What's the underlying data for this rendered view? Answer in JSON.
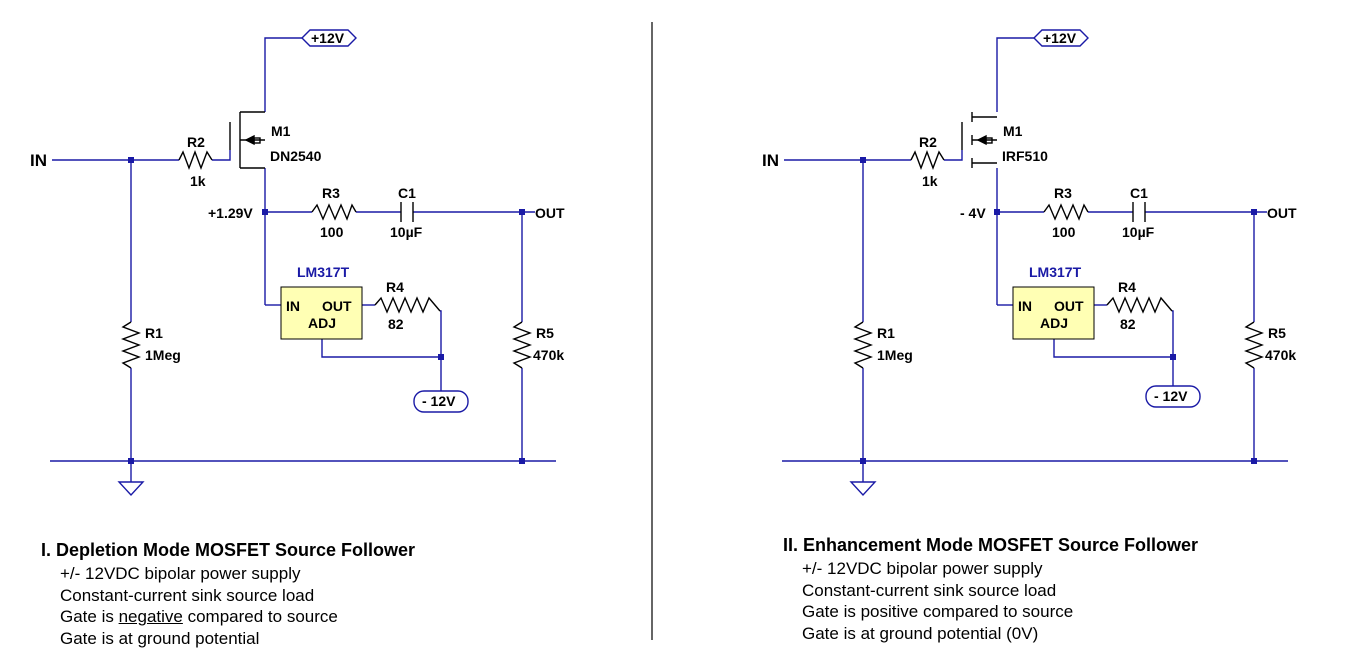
{
  "circuits": [
    {
      "input_label": "IN",
      "output_label": "OUT",
      "supply_pos": "+12V",
      "supply_neg": "- 12V",
      "node_voltage": "+1.29V",
      "mosfet": {
        "ref": "M1",
        "part": "DN2540"
      },
      "r2": {
        "ref": "R2",
        "value": "1k"
      },
      "r3": {
        "ref": "R3",
        "value": "100"
      },
      "c1": {
        "ref": "C1",
        "value": "10µF"
      },
      "r1": {
        "ref": "R1",
        "value": "1Meg"
      },
      "r5": {
        "ref": "R5",
        "value": "470k"
      },
      "r4": {
        "ref": "R4",
        "value": "82"
      },
      "regulator": {
        "name": "LM317T",
        "pin_in": "IN",
        "pin_out": "OUT",
        "pin_adj": "ADJ"
      },
      "notes": {
        "title": "I. Depletion Mode MOSFET Source Follower",
        "line1": "+/- 12VDC bipolar power supply",
        "line2": "Constant-current sink source load",
        "line3_pre": "Gate is ",
        "line3_em": "negative",
        "line3_post": " compared to source",
        "line4": "Gate is at ground potential"
      }
    },
    {
      "input_label": "IN",
      "output_label": "OUT",
      "supply_pos": "+12V",
      "supply_neg": "- 12V",
      "node_voltage": "- 4V",
      "mosfet": {
        "ref": "M1",
        "part": "IRF510"
      },
      "r2": {
        "ref": "R2",
        "value": "1k"
      },
      "r3": {
        "ref": "R3",
        "value": "100"
      },
      "c1": {
        "ref": "C1",
        "value": "10µF"
      },
      "r1": {
        "ref": "R1",
        "value": "1Meg"
      },
      "r5": {
        "ref": "R5",
        "value": "470k"
      },
      "r4": {
        "ref": "R4",
        "value": "82"
      },
      "regulator": {
        "name": "LM317T",
        "pin_in": "IN",
        "pin_out": "OUT",
        "pin_adj": "ADJ"
      },
      "notes": {
        "title": "II. Enhancement Mode MOSFET Source Follower",
        "line1": "+/- 12VDC bipolar power supply",
        "line2": "Constant-current sink source load",
        "line3": "Gate is positive compared to source",
        "line4": "Gate is at ground potential (0V)"
      }
    }
  ],
  "colors": {
    "wire": "#1a1aa6",
    "regulator_fill": "#ffffb4",
    "component": "#000000"
  }
}
